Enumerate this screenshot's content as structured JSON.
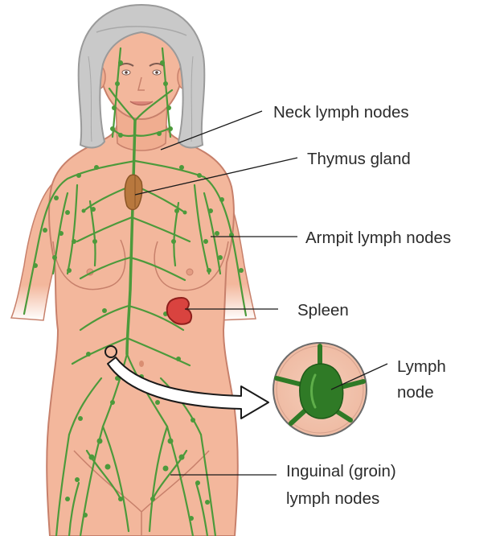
{
  "labels": {
    "neck": "Neck lymph nodes",
    "thymus": "Thymus gland",
    "armpit": "Armpit lymph nodes",
    "spleen": "Spleen",
    "lymph_node_line1": "Lymph",
    "lymph_node_line2": "node",
    "inguinal_line1": "Inguinal (groin)",
    "inguinal_line2": "lymph nodes"
  },
  "colors": {
    "skin": "#f3b79c",
    "skin_outline": "#c7806b",
    "hair": "#c9c9c9",
    "hair_outline": "#9a9a9a",
    "lymph": "#4c9a3b",
    "lymph_dark": "#2f7a26",
    "thymus": "#b8783e",
    "spleen": "#d9433f",
    "spleen_outline": "#8e1f1c",
    "leader": "#1a1a1a",
    "inset_bg": "#f1c8b5"
  },
  "icons": {
    "figure": "human-torso-illustration",
    "arrow": "magnify-arrow",
    "inset": "lymph-node-closeup"
  }
}
